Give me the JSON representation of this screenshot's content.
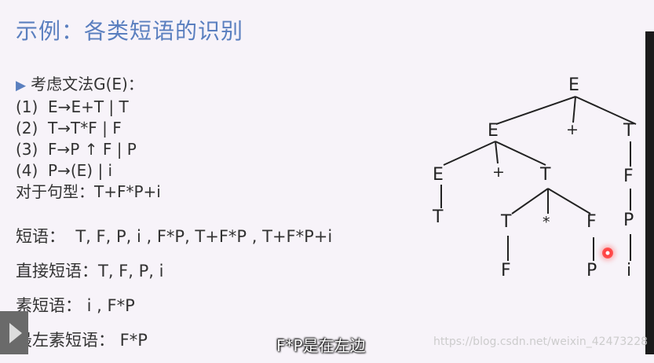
{
  "title": "示例：各类短语的识别",
  "grammar": {
    "heading": "考虑文法G(E)：",
    "rules": [
      "(1)  E→E+T | T",
      "(2)  T→T*F | F",
      "(3)  F→P ↑ F | P",
      "(4)  P→(E) | i"
    ],
    "sentential_form": "对于句型：T+F*P+i"
  },
  "phrases": {
    "phrase": "短语：  T, F, P, i , F*P, T+F*P , T+F*P+i",
    "direct_phrase": "直接短语：T, F, P, i",
    "prime_phrase": "素短语： i , F*P",
    "leftmost_prime_phrase": "最左素短语： F*P"
  },
  "tree": {
    "nodes": {
      "root": "E",
      "e1": "E",
      "plus1": "+",
      "t1": "T",
      "e2": "E",
      "plus2": "+",
      "t2": "T",
      "f1": "F",
      "t3": "T",
      "t4": "T",
      "star": "*",
      "f2": "F",
      "p1": "P",
      "f3": "F",
      "p2": "P",
      "i": "i"
    }
  },
  "subtitle": "F*P是在左边",
  "watermark": "https://blog.csdn.net/weixin_42473228",
  "icons": {
    "play": "play-icon",
    "pointer": "laser-pointer-dot"
  }
}
